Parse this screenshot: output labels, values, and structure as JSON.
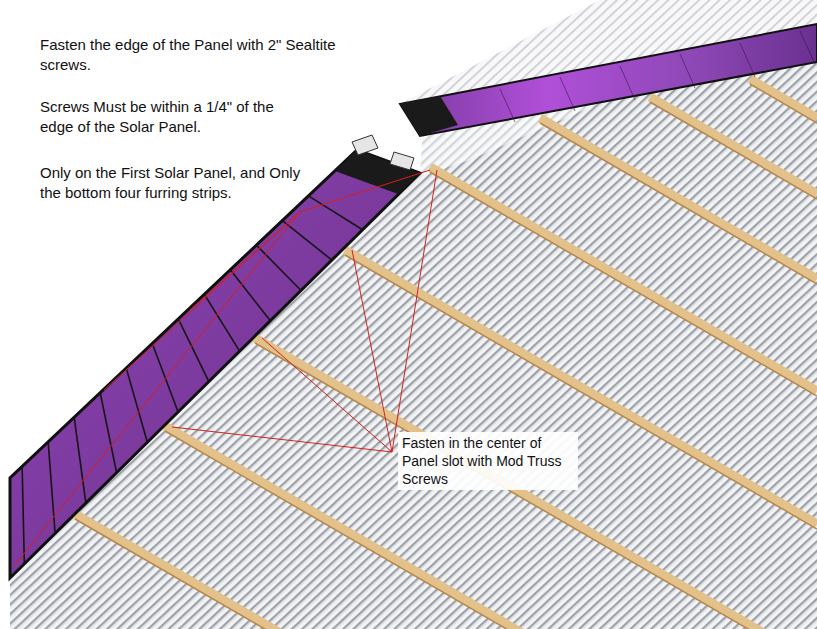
{
  "diagram": {
    "labels": [
      "Fasten the edge of the Panel with 2\" Sealtite screws.",
      "Screws Must be within a 1/4\" of the edge of the Solar Panel.",
      "Only on the First Solar Panel, and Only the bottom four furring strips.",
      "Fasten in the center of Panel slot with Mod Truss Screws"
    ]
  }
}
